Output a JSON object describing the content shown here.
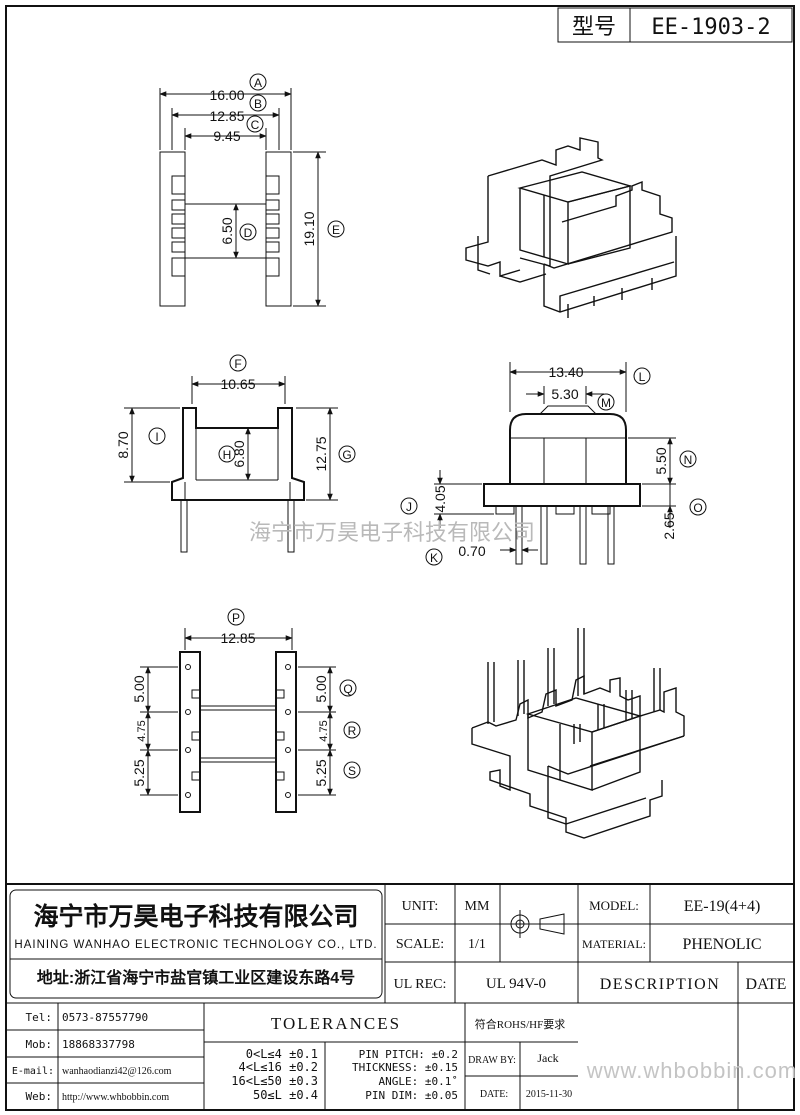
{
  "model_box": {
    "label": "型号",
    "value": "EE-1903-2"
  },
  "views": {
    "dims_top": {
      "a": "16.00",
      "b": "12.85",
      "c": "9.45",
      "d": "6.50",
      "e": "19.10"
    },
    "dims_side": {
      "f": "10.65",
      "i": "8.70",
      "h": "6.80",
      "g": "12.75"
    },
    "dims_front": {
      "l": "13.40",
      "m": "5.30",
      "n": "5.50",
      "j": "4.05",
      "o": "2.65",
      "k": "0.70"
    },
    "dims_bottom": {
      "p": "12.85",
      "q": "5.00",
      "r": "4.75",
      "s": "5.25"
    },
    "letters": {
      "a": "A",
      "b": "B",
      "c": "C",
      "d": "D",
      "e": "E",
      "f": "F",
      "g": "G",
      "h": "H",
      "i": "I",
      "j": "J",
      "k": "K",
      "l": "L",
      "m": "M",
      "n": "N",
      "o": "O",
      "p": "P",
      "q": "Q",
      "r": "R",
      "s": "S"
    }
  },
  "watermark": "海宁市万昊电子科技有限公司",
  "company": {
    "name_cn": "海宁市万昊电子科技有限公司",
    "name_en": "HAINING WANHAO ELECTRONIC TECHNOLOGY CO., LTD.",
    "address": "地址:浙江省海宁市盐官镇工业区建设东路4号"
  },
  "contacts": [
    {
      "label": "Tel:",
      "value": "0573-87557790"
    },
    {
      "label": "Mob:",
      "value": "18868337798"
    },
    {
      "label": "E-mail:",
      "value": "wanhaodianzi42@126.com"
    },
    {
      "label": "Web:",
      "value": "http://www.whbobbin.com"
    }
  ],
  "spec": {
    "unit_label": "UNIT:",
    "unit_value": "MM",
    "scale_label": "SCALE:",
    "scale_value": "1/1",
    "ulrec_label": "UL REC:",
    "ulrec_value": "UL 94V-0",
    "model_label": "MODEL:",
    "model_value": "EE-19(4+4)",
    "material_label": "MATERIAL:",
    "material_value": "PHENOLIC",
    "description_label": "DESCRIPTION",
    "date_header": "DATE"
  },
  "tolerances": {
    "title": "TOLERANCES",
    "ranges": [
      "0<L≤4 ±0.1",
      "4<L≤16 ±0.2",
      "16<L≤50 ±0.3",
      "50≤L ±0.4"
    ],
    "specs": [
      "PIN PITCH: ±0.2",
      "THICKNESS: ±0.15",
      "ANGLE: ±0.1˚",
      "PIN DIM: ±0.05"
    ],
    "rohs": "符合ROHS/HF要求"
  },
  "drawn": {
    "label": "DRAW BY:",
    "value": "Jack"
  },
  "date": {
    "label": "DATE:",
    "value": "2015-11-30"
  },
  "site_watermark": "www.whbobbin.com"
}
